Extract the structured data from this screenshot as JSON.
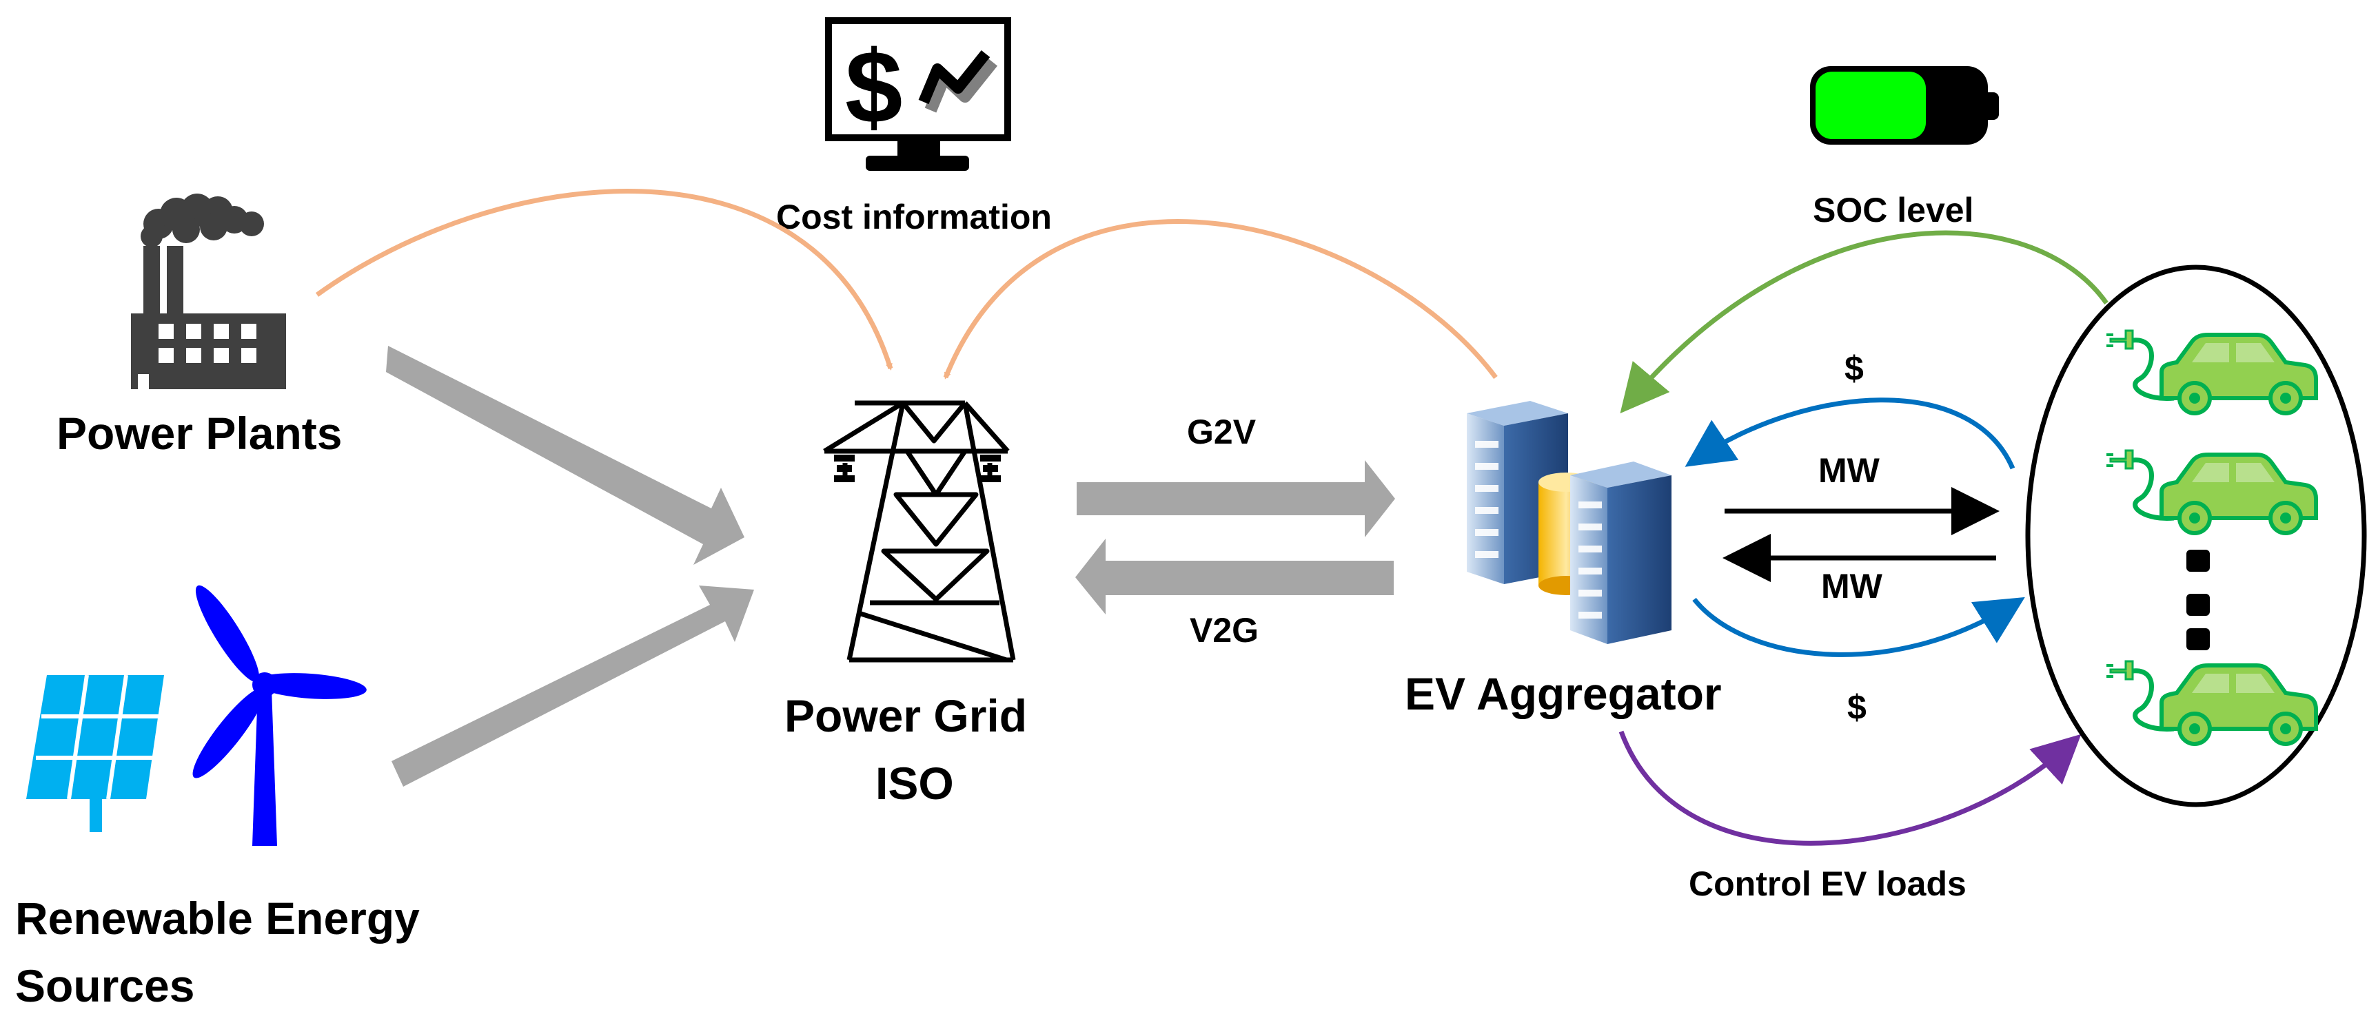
{
  "labels": {
    "power_plants": "Power Plants",
    "renewable_line1": "Renewable Energy",
    "renewable_line2": "Sources",
    "power_grid_line1": "Power Grid",
    "power_grid_line2": "ISO",
    "cost_information": "Cost information",
    "g2v": "G2V",
    "v2g": "V2G",
    "ev_aggregator": "EV Aggregator",
    "soc_level": "SOC level",
    "dollar_top": "$",
    "dollar_bottom": "$",
    "mw_top": "MW",
    "mw_bottom": "MW",
    "control_ev_loads": "Control EV loads",
    "monitor_dollar": "$"
  },
  "icons": [
    "factory-icon",
    "solar-panel-icon",
    "wind-turbine-icon",
    "monitor-cost-icon",
    "transmission-tower-icon",
    "server-icon",
    "battery-icon",
    "ev-car-icon",
    "ellipsis-dots-icon"
  ],
  "colors": {
    "orange_arrow": "#F4B183",
    "gray_arrow": "#A6A6A6",
    "green_arrow": "#70AD47",
    "blue_arrow": "#0070C0",
    "purple_arrow": "#7030A0",
    "battery_charge": "#00FF00",
    "car_green": "#92D050",
    "car_outline": "#00B050",
    "solar_blue": "#00B0F0",
    "turbine_blue": "#0000FF"
  }
}
